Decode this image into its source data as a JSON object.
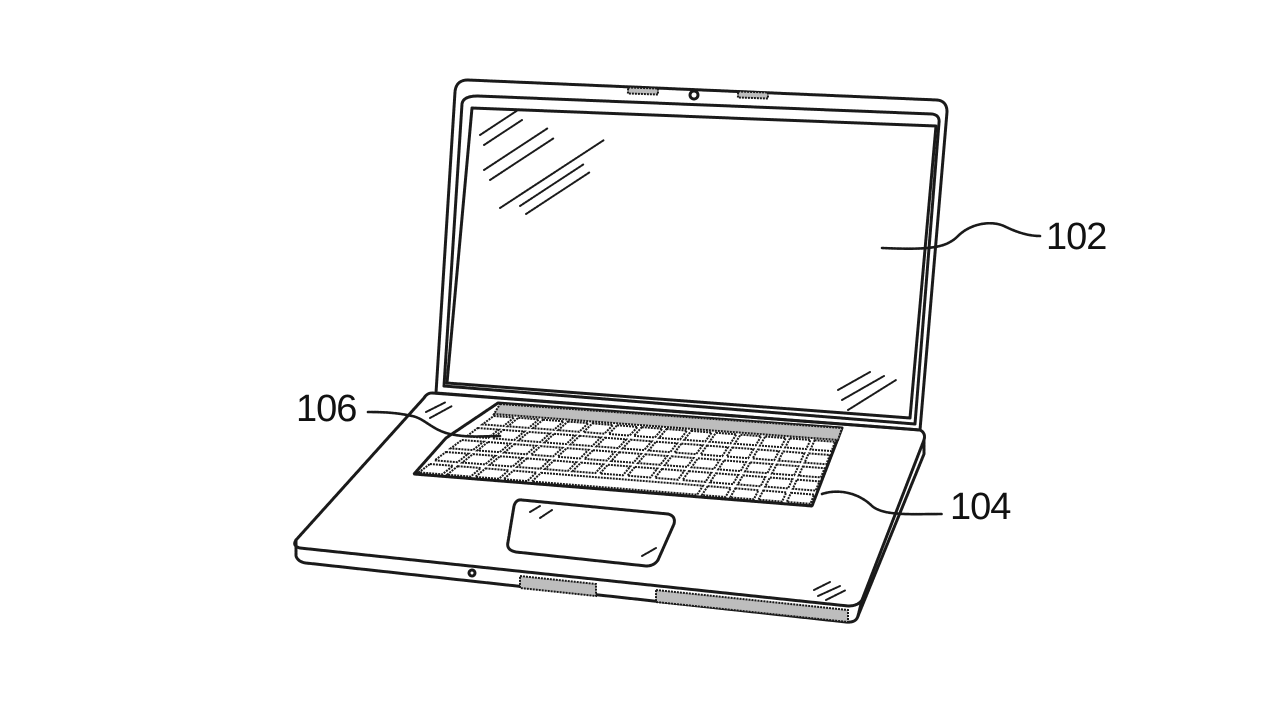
{
  "figure": {
    "subject": "laptop computer line drawing",
    "style": "patent figure, stippled black lines on white",
    "line_color": "#1a1a1a",
    "background": "#ffffff"
  },
  "labels": {
    "display": "102",
    "keyboard_area": "104",
    "palm_rest": "106"
  },
  "parts": {
    "display": "display-screen",
    "keyboard": "keyboard",
    "trackpad": "trackpad",
    "palm_rest": "palm-rest",
    "camera": "camera",
    "base": "base-housing"
  }
}
